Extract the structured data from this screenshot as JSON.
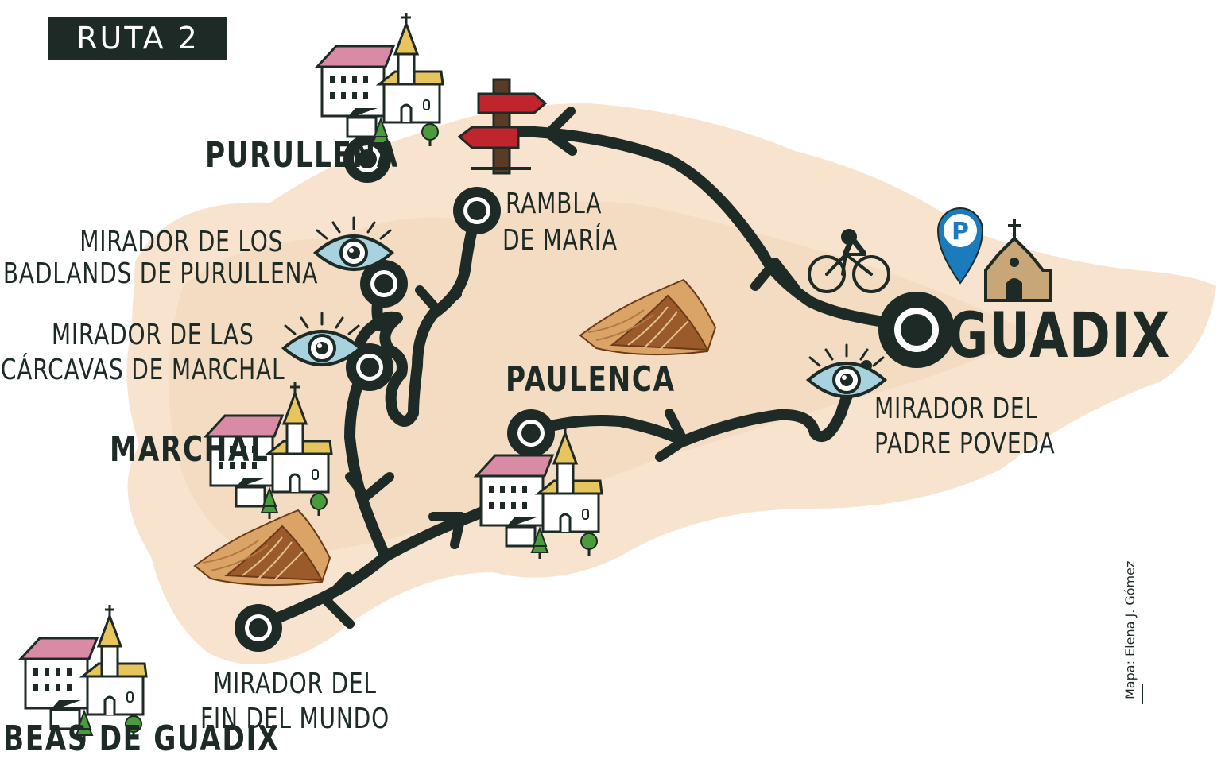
{
  "title": "RUTA 2",
  "places": {
    "purullena": "PURULLENA",
    "rambla_line1": "RAMBLA",
    "rambla_line2": "DE MARÍA",
    "badlands_line1": "MIRADOR DE LOS",
    "badlands_line2": "BADLANDS DE PURULLENA",
    "carcavas_line1": "MIRADOR DE LAS",
    "carcavas_line2": "CÁRCAVAS DE MARCHAL",
    "marchal": "MARCHAL",
    "paulenca": "PAULENCA",
    "guadix": "GUADIX",
    "poveda_line1": "MIRADOR DEL",
    "poveda_line2": "PADRE POVEDA",
    "finmundo_line1": "MIRADOR DEL",
    "finmundo_line2": "FIN DEL MUNDO",
    "beas": "BEAS DE GUADIX"
  },
  "credit": "Mapa: Elena J. Gómez",
  "colors": {
    "route": "#1d2a26",
    "background_wash": "#f6dcc2",
    "signpost": "#c0252d",
    "eye": "#a8d3de",
    "parking": "#1a7bbd",
    "hill_light": "#d9a466",
    "hill_dark": "#9b5a2a",
    "roof": "#d98aa4"
  },
  "icons": {
    "parking": "parking-pin-icon",
    "church": "church-icon",
    "cyclist": "cyclist-icon",
    "signpost": "signpost-icon",
    "viewpoint": "eye-icon",
    "village": "village-icon",
    "hills": "hills-icon"
  }
}
